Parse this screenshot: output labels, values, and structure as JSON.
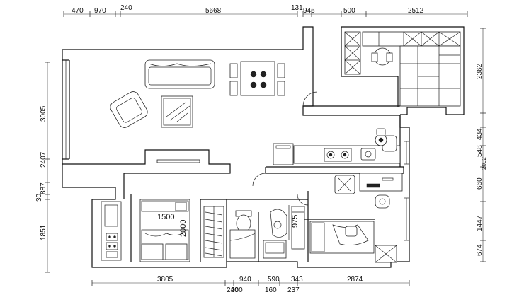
{
  "dims": {
    "top_left": [
      "470",
      "970",
      "240",
      "5668"
    ],
    "top_right": [
      "131",
      "946",
      "500",
      "2512"
    ],
    "bottom": [
      "3805",
      "940",
      "590",
      "343",
      "2874"
    ],
    "bottom_sub": [
      "240",
      "200",
      "160",
      "237"
    ],
    "left": [
      "3005",
      "2407",
      "887",
      "30",
      "1851"
    ],
    "right": [
      "2362",
      "434",
      "548",
      "2002",
      "660",
      "1447",
      "674"
    ]
  },
  "labels": {
    "bed": "1500",
    "bed_len": "2000",
    "wc": "975"
  }
}
